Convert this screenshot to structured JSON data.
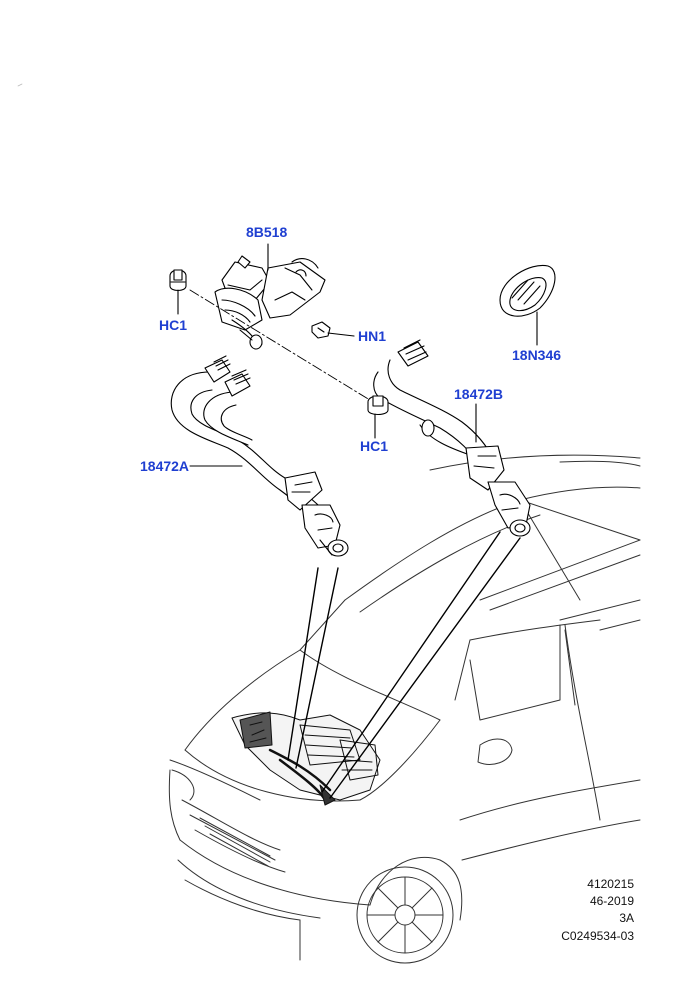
{
  "callouts": {
    "pump": "8B518",
    "clip_top": "HC1",
    "nut": "HN1",
    "grommet": "18N346",
    "hose_a": "18472A",
    "hose_b": "18472B",
    "clip_mid": "HC1"
  },
  "reference": {
    "line1": "4120215",
    "line2": "46-2019",
    "line3": "3A",
    "line4": "C0249534-03"
  },
  "colors": {
    "callout": "#1f3fd1",
    "line": "#000000"
  }
}
